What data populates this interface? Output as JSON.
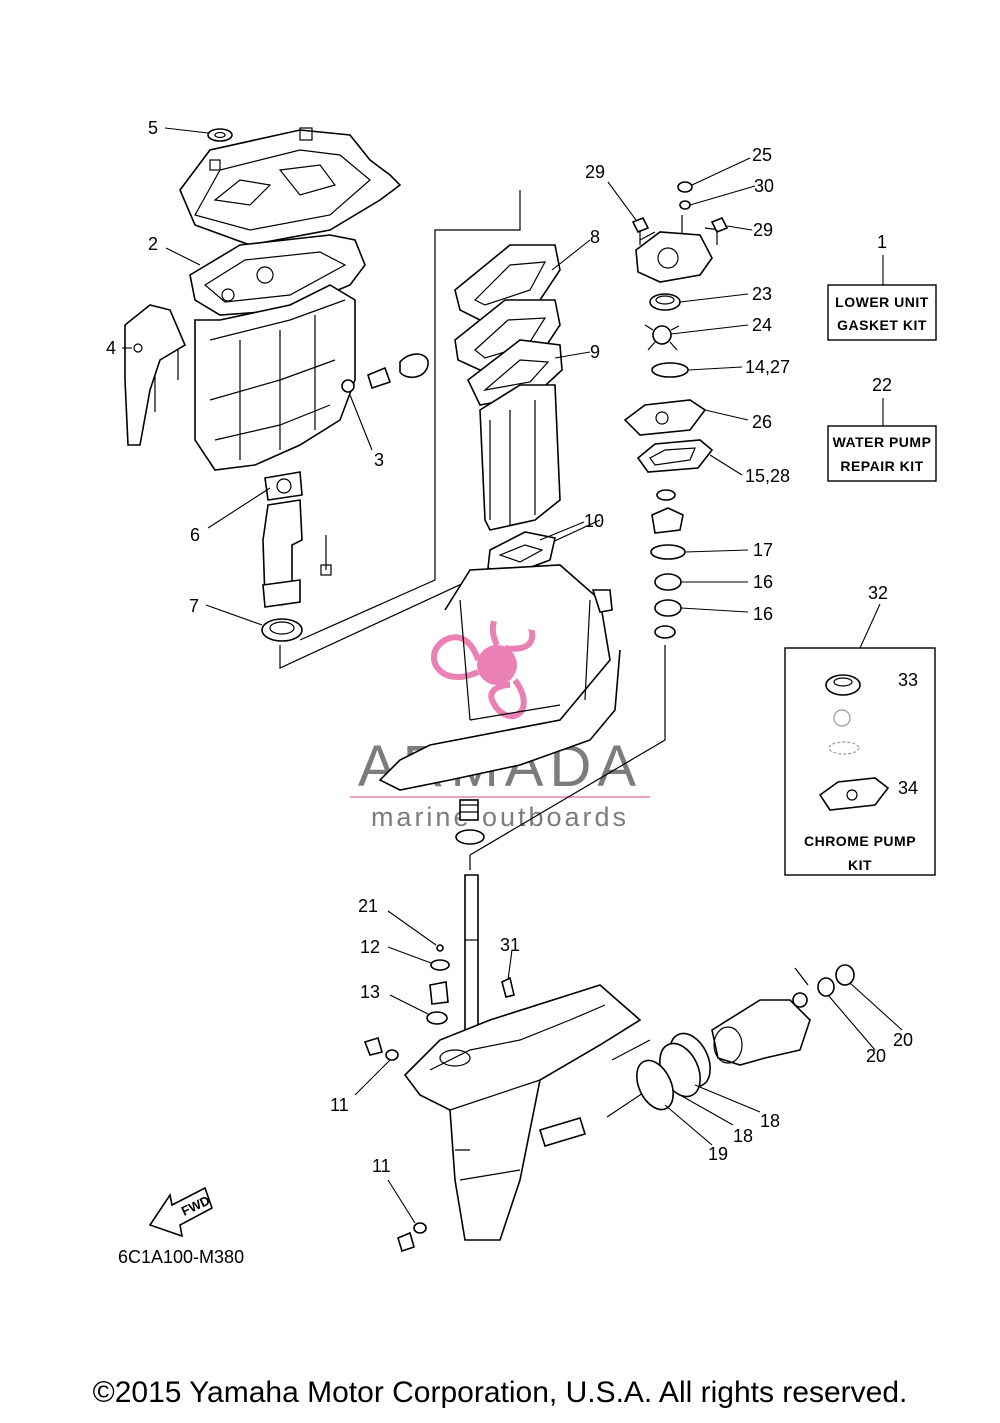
{
  "diagram_code": "6C1A100-M380",
  "fwd_label": "FWD",
  "copyright": "©2015 Yamaha Motor Corporation, U.S.A. All rights reserved.",
  "watermark": {
    "brand": "ARMADA",
    "sub": "marine outboards",
    "color": "#e86aa8"
  },
  "kits": {
    "lower_unit": {
      "ref": "1",
      "line1": "LOWER UNIT",
      "line2": "GASKET KIT"
    },
    "water_pump": {
      "ref": "22",
      "line1": "WATER PUMP",
      "line2": "REPAIR KIT"
    },
    "chrome_pump": {
      "ref": "32",
      "line1": "CHROME PUMP",
      "line2": "KIT",
      "parts": [
        "33",
        "34"
      ]
    }
  },
  "callouts": [
    "5",
    "2",
    "4",
    "3",
    "6",
    "7",
    "8",
    "9",
    "10",
    "29",
    "25",
    "30",
    "29",
    "23",
    "24",
    "14,27",
    "26",
    "15,28",
    "17",
    "16",
    "16",
    "21",
    "12",
    "31",
    "13",
    "11",
    "11",
    "20",
    "20",
    "18",
    "18",
    "19"
  ]
}
